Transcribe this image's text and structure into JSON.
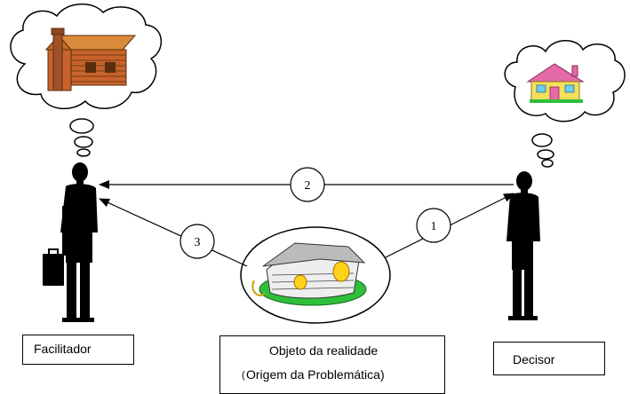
{
  "labels": {
    "facilitator": "Facilitador",
    "decisor": "Decisor",
    "object_line1": "Objeto da realidade",
    "object_line2_paren": "(",
    "object_line2_rest": "Origem da Problemática)"
  },
  "arrows": [
    {
      "number": "1",
      "from": "object",
      "to": "decisor"
    },
    {
      "number": "2",
      "from": "decisor",
      "to": "facilitator"
    },
    {
      "number": "3",
      "from": "object",
      "to": "facilitator"
    }
  ],
  "icons": {
    "left_thought": "log-cabin-icon",
    "right_thought": "house-icon",
    "center": "ruined-house-icon",
    "left_person": "businessman-with-briefcase-silhouette",
    "right_person": "businessman-silhouette"
  },
  "colors": {
    "silhouette": "#000000",
    "cabin": "#c8632b",
    "roof": "#d98a3a",
    "house_wall": "#f4e05a",
    "house_roof": "#e56aa8",
    "grass": "#2fbf3a"
  }
}
